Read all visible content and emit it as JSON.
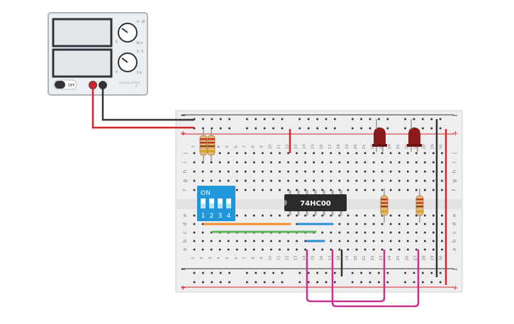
{
  "power_supply": {
    "voltage_knob_max": "30 V",
    "voltage_knob_min": "0",
    "voltage_knob_top": "0 - 30",
    "current_knob_max": "5 A",
    "current_knob_min": "0",
    "current_knob_top": "0 - 5",
    "switch_label": "OFF",
    "brand_label": "VOLTAGE SUPPLY"
  },
  "breadboard": {
    "column_numbers": [
      "1",
      "2",
      "3",
      "4",
      "5",
      "6",
      "7",
      "8",
      "9",
      "10",
      "11",
      "12",
      "13",
      "14",
      "15",
      "16",
      "17",
      "18",
      "19",
      "20",
      "21",
      "22",
      "23",
      "24",
      "25",
      "26",
      "27",
      "28",
      "29",
      "30"
    ],
    "rows_top": [
      "j",
      "i",
      "h",
      "g",
      "f"
    ],
    "rows_bottom": [
      "e",
      "d",
      "c",
      "b",
      "a"
    ],
    "rail_plus": "+",
    "rail_minus": "−"
  },
  "components": {
    "ic_label": "74HC00",
    "dip_switch_label": "ON",
    "dip_switch_numbers": [
      "1",
      "2",
      "3",
      "4"
    ]
  },
  "colors": {
    "wire_red": "#d0252b",
    "wire_black": "#333333",
    "wire_orange": "#f28c28",
    "wire_green": "#5cb85c",
    "wire_blue": "#2c8fd6",
    "wire_magenta": "#c8328c",
    "led_red": "#8b1c1c",
    "dip_blue": "#2196d9",
    "resistor_body": "#e0b878"
  }
}
